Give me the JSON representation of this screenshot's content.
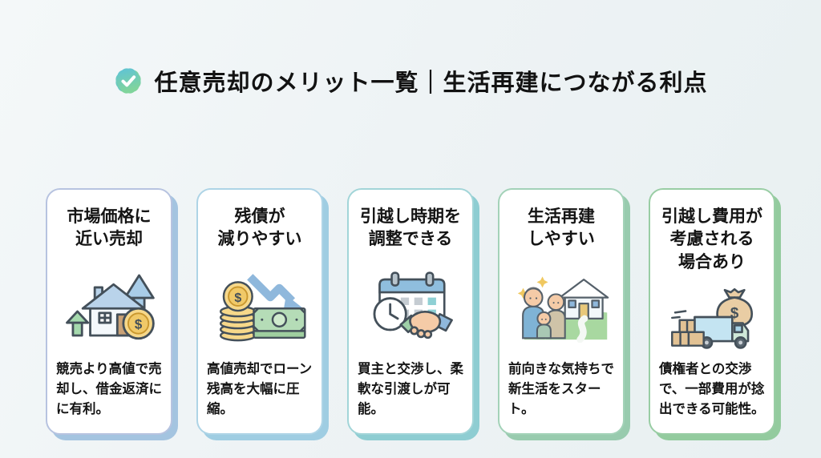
{
  "page": {
    "background_color": "#eef3f5",
    "sparkle_glyph": "✦"
  },
  "header": {
    "badge_icon": "check-seal-icon",
    "badge_gradient": {
      "from": "#5fc3d6",
      "to": "#80d49c"
    },
    "badge_check_color": "#ffffff",
    "title": "任意売却のメリット一覧｜生活再建につながる利点"
  },
  "cards": [
    {
      "title": "市場価格に\n近い売却",
      "icon": "house-growth-icon",
      "body": "競売より高値で売却し、借金返済にに有利。",
      "border_color": "#b7c3e0",
      "shadow_color": "#a4c4e0"
    },
    {
      "title": "残債が\n減りやすい",
      "icon": "debt-decrease-icon",
      "body": "高値売却でローン残高を大幅に圧縮。",
      "border_color": "#aed4e6",
      "shadow_color": "#9fcde2"
    },
    {
      "title": "引越し時期を\n調整できる",
      "icon": "calendar-handshake-icon",
      "body": "買主と交渉し、柔軟な引渡しが可能。",
      "border_color": "#a2d5d8",
      "shadow_color": "#8ecdd2"
    },
    {
      "title": "生活再建\nしやすい",
      "icon": "family-house-icon",
      "body": "前向きな気持ちで新生活をスタート。",
      "border_color": "#a3d2b8",
      "shadow_color": "#98cbae"
    },
    {
      "title": "引越し費用が\n考慮される\n場合あり",
      "icon": "moving-truck-icon",
      "body": "債権者との交渉で、一部費用が捻出できる可能性。",
      "border_color": "#99cda4",
      "shadow_color": "#93cb9e"
    }
  ]
}
